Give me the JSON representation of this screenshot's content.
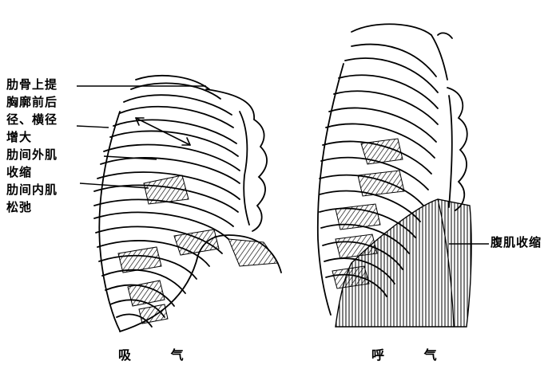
{
  "inhale": {
    "caption": "吸 气",
    "labels": [
      "肋骨上提",
      "胸廓前后",
      "径、横径",
      "增大",
      "肋间外肌",
      "收缩",
      "肋间内肌",
      "松弛"
    ]
  },
  "exhale": {
    "caption": "呼 气",
    "labels": [
      "腹肌收缩"
    ]
  }
}
